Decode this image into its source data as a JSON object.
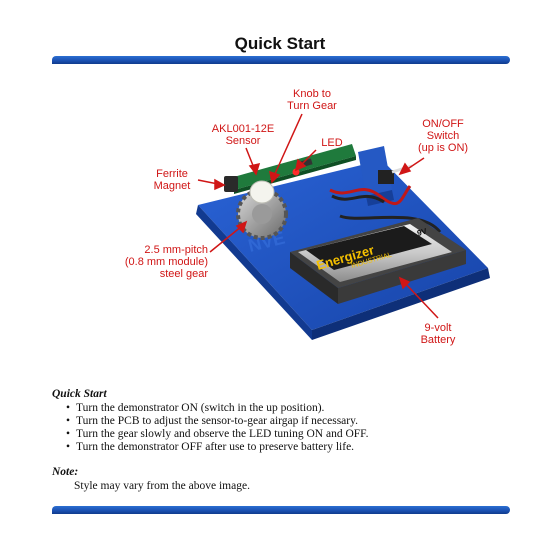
{
  "title": "Quick Start",
  "callouts": {
    "knob": [
      "Knob to",
      "Turn Gear"
    ],
    "sensor": [
      "AKL001-12E",
      "Sensor"
    ],
    "led": [
      "LED"
    ],
    "switch": [
      "ON/OFF",
      "Switch",
      "(up is ON)"
    ],
    "magnet": [
      "Ferrite",
      "Magnet"
    ],
    "gear": [
      "2.5 mm-pitch",
      "(0.8 mm module)",
      "steel gear"
    ],
    "battery": [
      "9-volt",
      "Battery"
    ]
  },
  "battery_label": {
    "brand": "Energizer",
    "line": "INDUSTRIAL",
    "voltage": "9V"
  },
  "board_label": "NVE",
  "quick_start": {
    "heading": "Quick Start",
    "steps": [
      "Turn the demonstrator ON (switch in the up position).",
      "Turn the PCB to adjust the sensor-to-gear airgap if necessary.",
      "Turn the gear slowly and observe the LED tuning ON and OFF.",
      "Turn the demonstrator OFF after use to preserve battery life."
    ]
  },
  "note": {
    "heading": "Note:",
    "text": "Style may vary from the above image."
  },
  "colors": {
    "accent_blue": "#1a4fb0",
    "callout_red": "#d01616",
    "board_blue": "#1f55c8"
  }
}
